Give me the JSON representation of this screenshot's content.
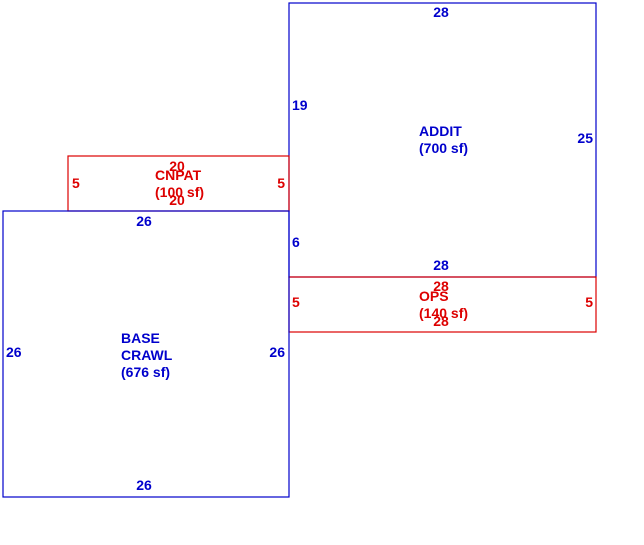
{
  "colors": {
    "living": "#0000cc",
    "exterior": "#dd0000",
    "background": "#ffffff"
  },
  "areas": {
    "base_crawl": {
      "line1": "BASE",
      "line2": "CRAWL",
      "area": "(676 sf)",
      "top": "26",
      "bottom": "26",
      "left": "26",
      "right": "26",
      "right_upper": "6"
    },
    "addit": {
      "name": "ADDIT",
      "area": "(700 sf)",
      "top": "28",
      "bottom": "28",
      "left": "19",
      "right": "25"
    },
    "cnpat": {
      "name": "CNPAT",
      "area": "(100 sf)",
      "top": "20",
      "bottom": "20",
      "left": "5",
      "right": "5"
    },
    "ops": {
      "name": "OPS",
      "area": "(140 sf)",
      "top": "28",
      "bottom": "28",
      "left": "5",
      "right": "5"
    }
  }
}
